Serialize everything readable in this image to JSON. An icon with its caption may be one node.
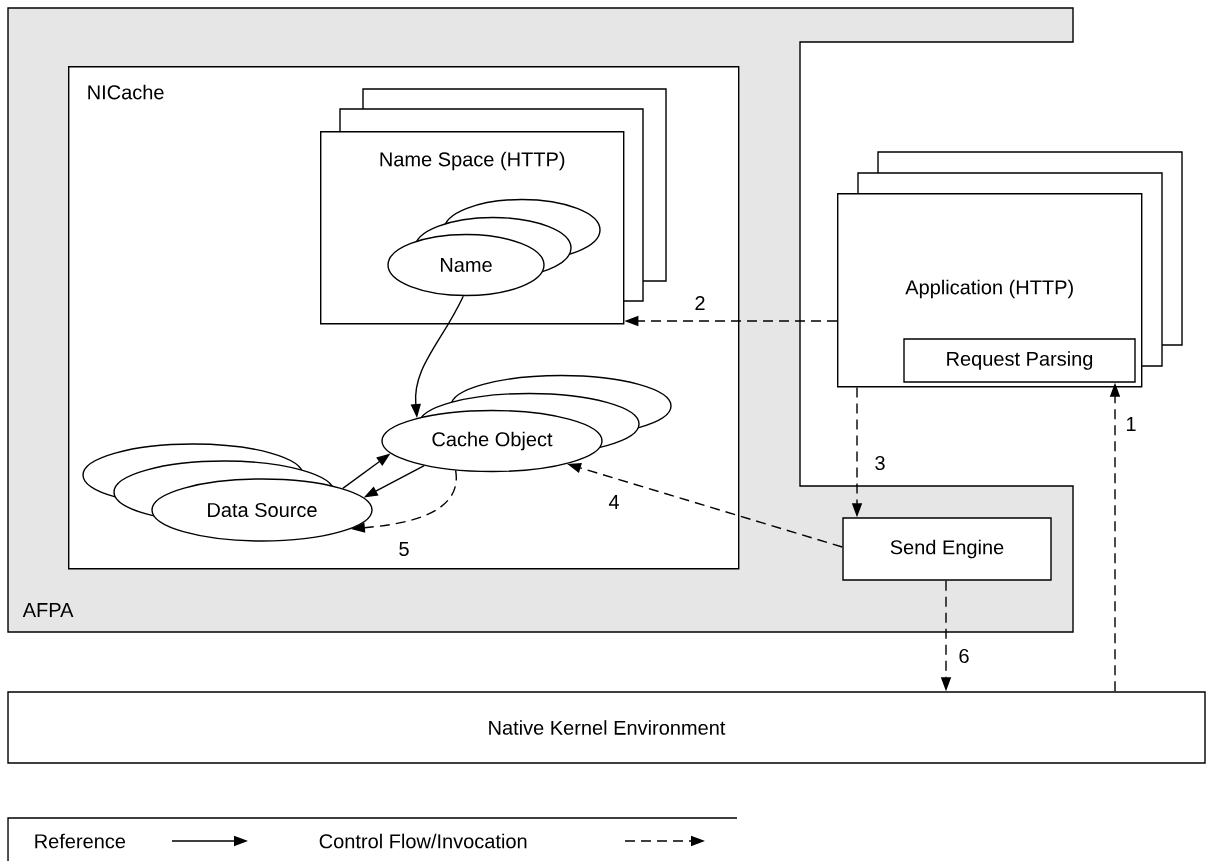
{
  "diagram": {
    "nodes": [
      {
        "text": [
          "AFPA"
        ]
      },
      {
        "text": [
          "NICache"
        ],
        "in": 0
      },
      {
        "text": [
          "Name Space (HTTP)"
        ],
        "in": 1
      },
      {
        "text": [
          "Name"
        ],
        "in": 2
      },
      {
        "text": [
          "Cache Object"
        ],
        "in": 1
      },
      {
        "text": [
          "Data Source"
        ],
        "in": 1
      },
      {
        "text": [
          "Application (HTTP)"
        ]
      },
      {
        "text": [
          "Request Parsing"
        ],
        "in": 6
      },
      {
        "text": [
          "Send Engine"
        ],
        "in": 0
      },
      {
        "text": [
          "Native Kernel Environment"
        ]
      }
    ],
    "edges": [
      {
        "from": 3,
        "to": 4,
        "arrow": "to"
      },
      {
        "from": 5,
        "to": 4,
        "arrow": "to"
      },
      {
        "from": 4,
        "to": 5,
        "arrow": "to"
      },
      {
        "from": 4,
        "to": 5,
        "arrow": "to",
        "style": "dashed",
        "label": "5"
      },
      {
        "from": 6,
        "to": 2,
        "arrow": "to",
        "style": "dashed",
        "label": "2"
      },
      {
        "from": 6,
        "to": 8,
        "arrow": "to",
        "style": "dashed",
        "label": "3"
      },
      {
        "from": 8,
        "to": 4,
        "arrow": "to",
        "style": "dashed",
        "label": "4"
      },
      {
        "from": 8,
        "to": 9,
        "arrow": "to",
        "style": "dashed",
        "label": "6"
      },
      {
        "from": 9,
        "to": 7,
        "arrow": "to",
        "style": "dashed",
        "label": "1"
      }
    ],
    "legend": [
      {
        "text": "Reference"
      },
      {
        "text": "Control Flow/Invocation"
      }
    ]
  }
}
